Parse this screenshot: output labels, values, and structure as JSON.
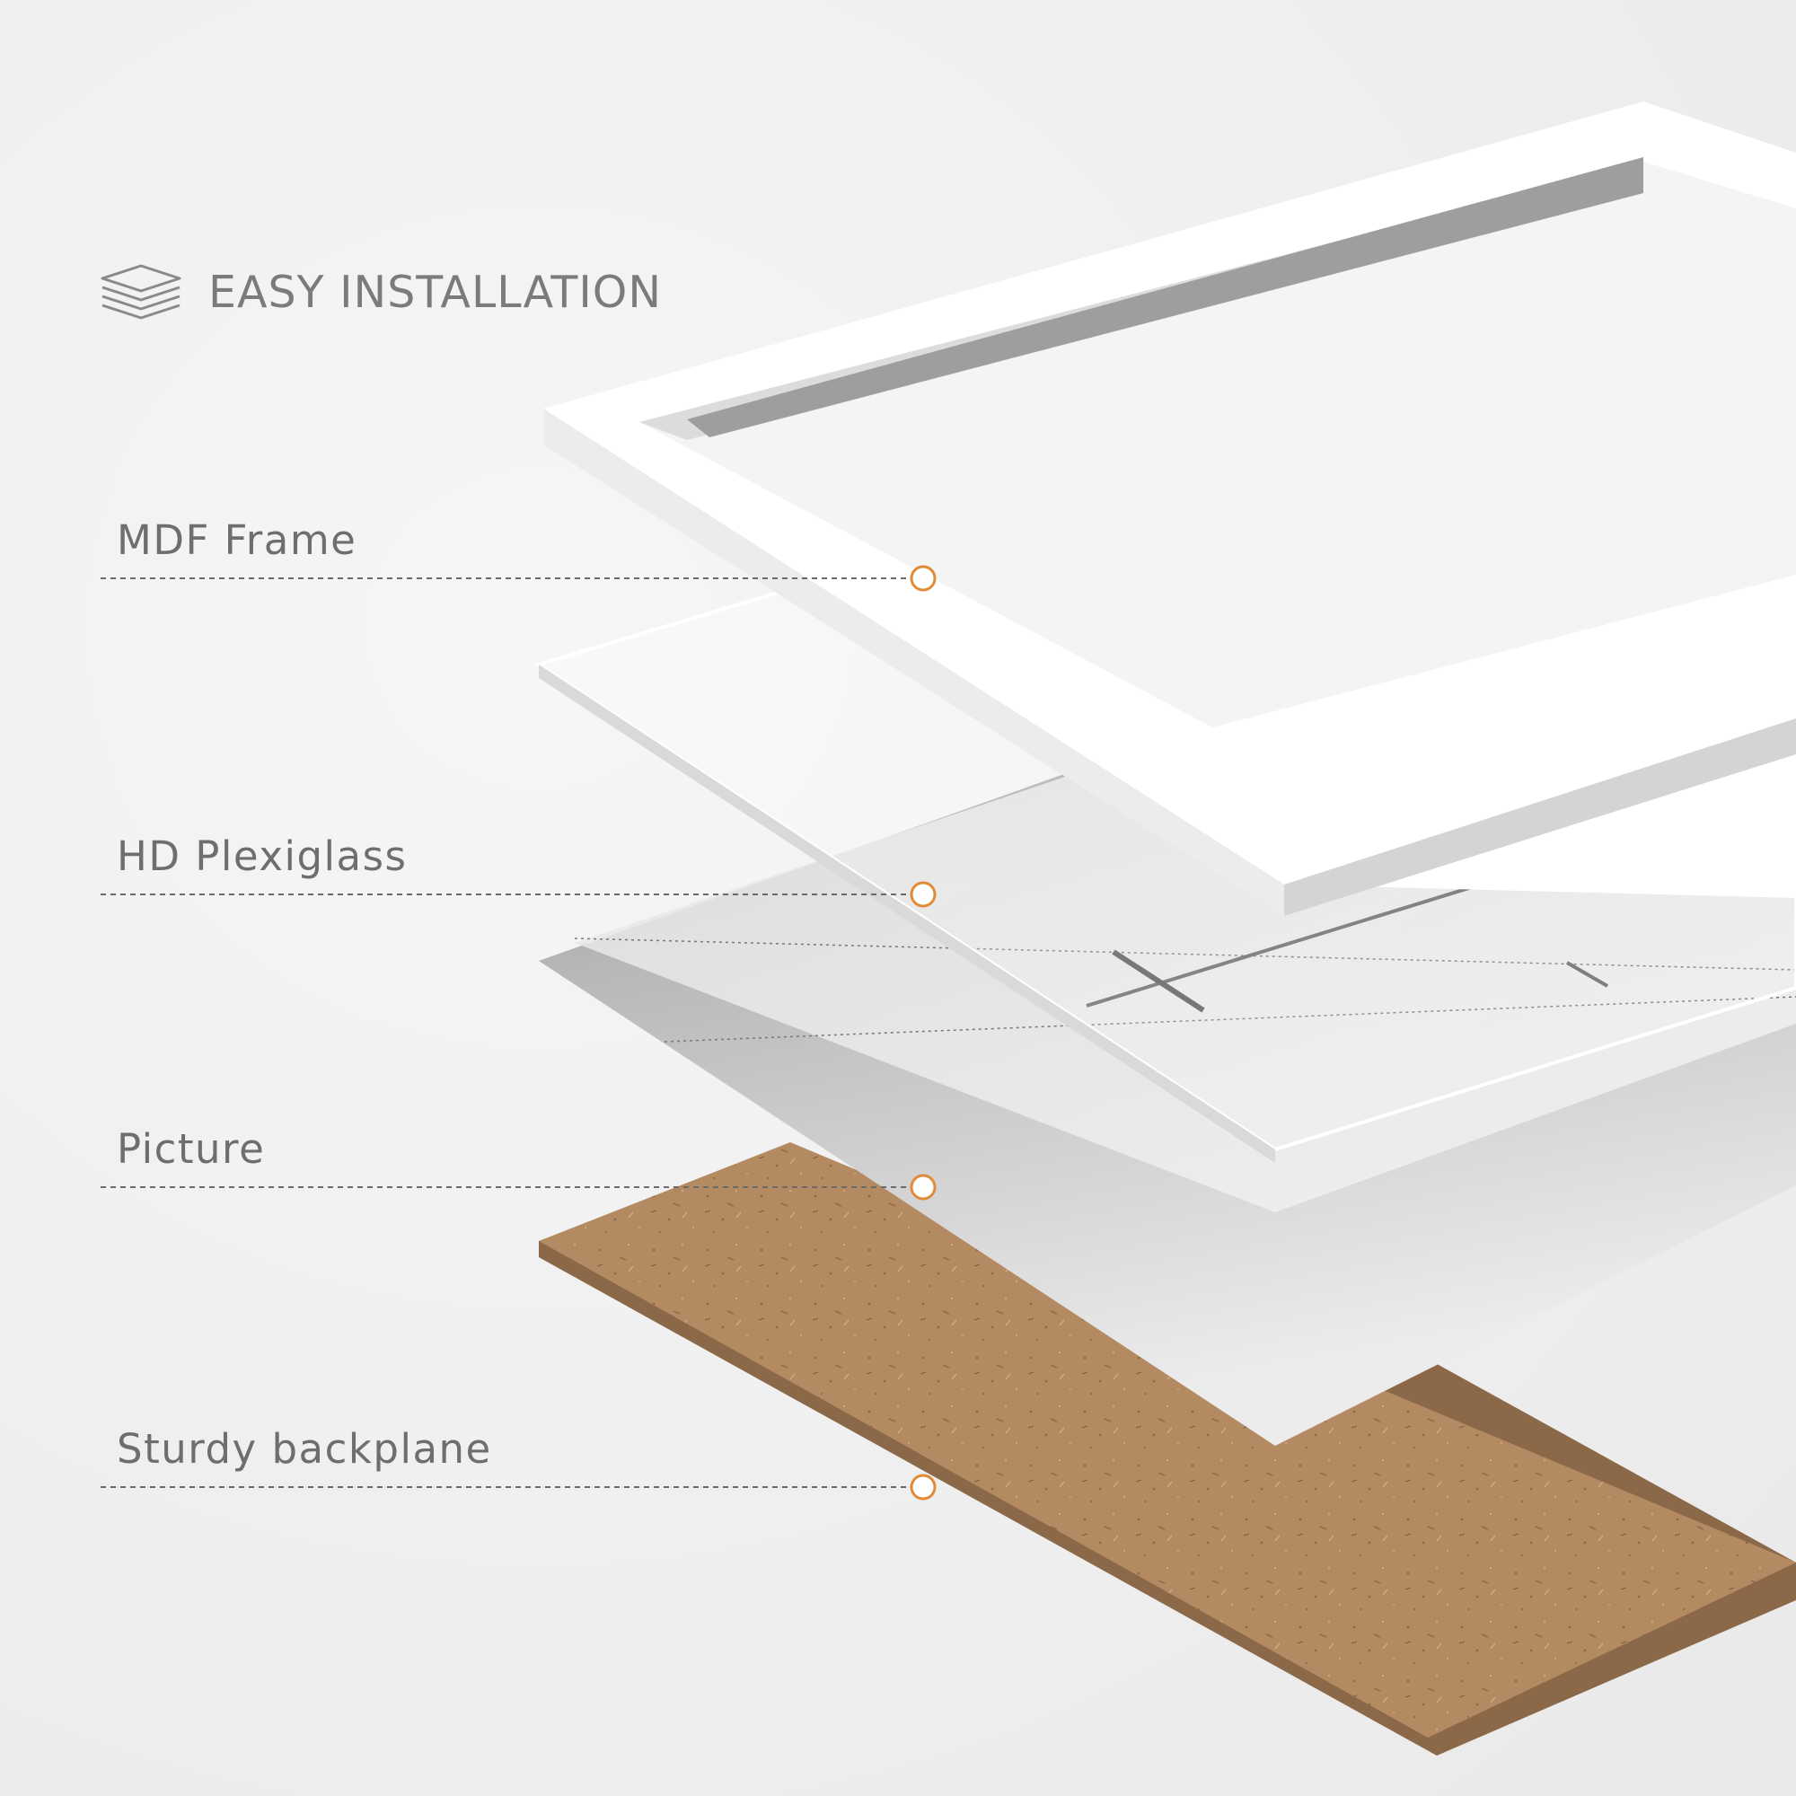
{
  "heading": {
    "icon": "layers-icon",
    "title": "EASY INSTALLATION"
  },
  "layers": [
    {
      "id": "frame",
      "label": "MDF Frame"
    },
    {
      "id": "plexiglass",
      "label": "HD Plexiglass"
    },
    {
      "id": "picture",
      "label": "Picture"
    },
    {
      "id": "backplane",
      "label": "Sturdy backplane"
    }
  ],
  "colors": {
    "heading_text": "#7b7b7b",
    "label_text": "#6e6e6e",
    "leader_line": "#6a6a6a",
    "marker_ring": "#e08a3a",
    "backplane": "#b48a62",
    "frame": "#ffffff"
  }
}
